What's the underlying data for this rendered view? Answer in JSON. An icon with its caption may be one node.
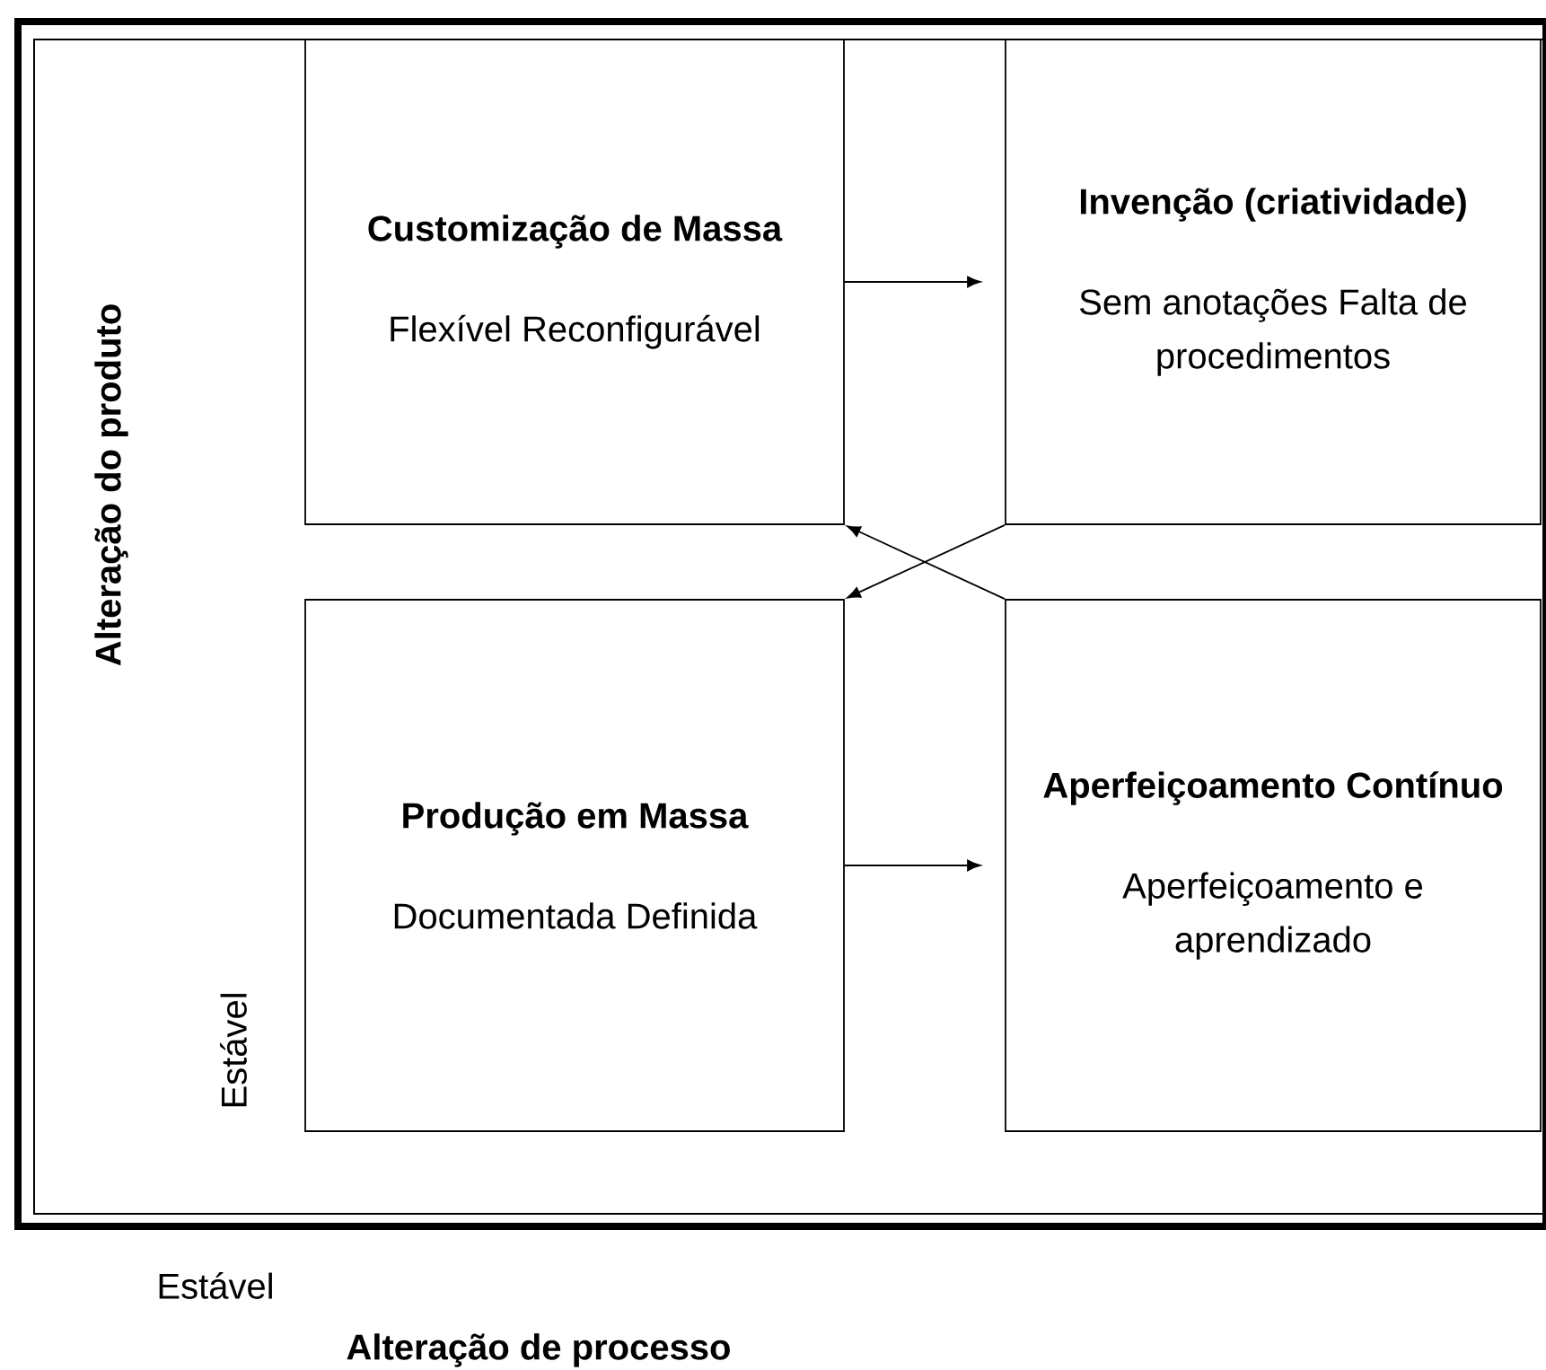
{
  "diagram": {
    "nodes": [
      {
        "text": [
          "Customização de Massa",
          "Flexível Reconfigurável"
        ]
      },
      {
        "text": [
          "Invenção (criatividade)",
          "Sem anotações Falta de procedimentos"
        ]
      },
      {
        "text": [
          "Produção em Massa",
          "Documentada Definida"
        ]
      },
      {
        "text": [
          "Aperfeiçoamento Contínuo",
          "Aperfeiçoamento e aprendizado"
        ]
      }
    ],
    "edges": [
      {
        "from": 0,
        "to": 1,
        "arrow": "to"
      },
      {
        "from": 1,
        "to": 2,
        "arrow": "to"
      },
      {
        "from": 3,
        "to": 0,
        "arrow": "to"
      },
      {
        "from": 2,
        "to": 3,
        "arrow": "to"
      }
    ],
    "labels": [
      "Alteração do produto",
      "Estável",
      "Estável",
      "Alteração de processo"
    ]
  }
}
